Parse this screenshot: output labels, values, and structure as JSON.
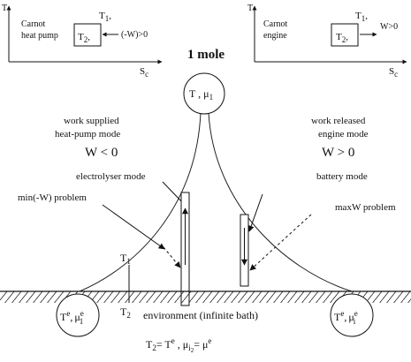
{
  "heat_pump_inset": {
    "axis_y": "T",
    "axis_x": "S",
    "axis_x_sub": "c",
    "title_line1": "Carnot",
    "title_line2": "heat pump",
    "t1": "T",
    "t1_sub": "1",
    "t1_tail": ",",
    "t2": "T",
    "t2_sub": "2",
    "t2_tail": ",",
    "work": "(-W)>0"
  },
  "engine_inset": {
    "axis_y": "T",
    "axis_x": "S",
    "axis_x_sub": "c",
    "title_line1": "Carnot",
    "title_line2": "engine",
    "t1": "T",
    "t1_sub": "1",
    "t1_tail": ",",
    "t2": "T",
    "t2_sub": "2",
    "t2_tail": ",",
    "work": "W>0"
  },
  "mole_label": "1 mole",
  "top_circle": {
    "t": "T ,",
    "mu": "μ",
    "mu_sub": "1"
  },
  "left_side": {
    "line1": "work supplied",
    "line2": "heat-pump mode",
    "w_label": "W < 0",
    "mode": "electrolyser mode",
    "problem": "min(-W) problem"
  },
  "right_side": {
    "line1": "work released",
    "line2": "engine mode",
    "w_label": "W > 0",
    "mode": "battery mode",
    "problem": "maxW problem"
  },
  "t1_marker": {
    "t": "T",
    "sub": "1"
  },
  "t2_marker": {
    "t": "T",
    "sub": "2"
  },
  "left_circle": {
    "t": "T",
    "t_sup": "e",
    "comma": ",",
    "mu": "μ",
    "mu_sup": "e",
    "mu_sub": "1"
  },
  "right_circle": {
    "t": "T",
    "t_sup": "e",
    "comma": ",",
    "mu": "μ",
    "mu_sup": "e",
    "mu_sub": "i"
  },
  "environment_label": "environment (infinite bath)",
  "bottom_equation": {
    "t2": "T",
    "t2_sub": "2",
    "eq1": "= T",
    "eq1_sup": "e",
    "sep": " , ",
    "mu": "μ",
    "mu_sub": "i",
    "mu_sub2": "2",
    "eq2": "= μ",
    "eq2_sup": "e"
  }
}
